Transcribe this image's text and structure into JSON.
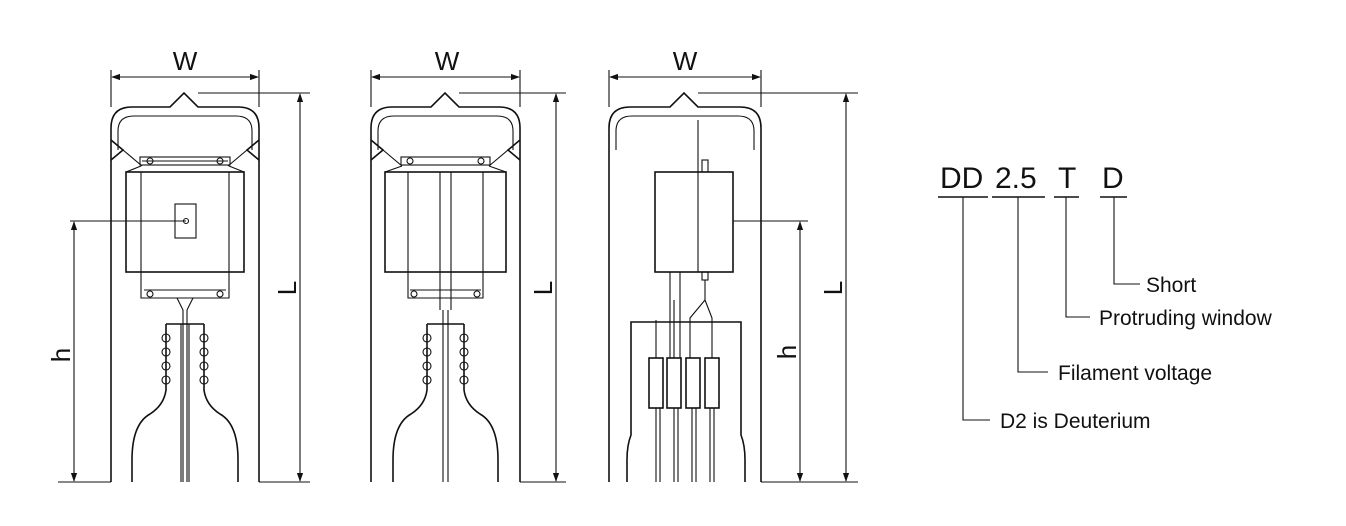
{
  "views": [
    {
      "name": "front-view",
      "width_label": "W",
      "length_label": "L",
      "height_label": "h"
    },
    {
      "name": "side-view",
      "width_label": "W",
      "length_label": "L"
    },
    {
      "name": "lead-view",
      "width_label": "W",
      "length_label": "L",
      "height_label": "h"
    }
  ],
  "model_code": {
    "parts": [
      "DD",
      "2.5",
      "T",
      "D"
    ],
    "meanings": [
      "D2 is Deuterium",
      "Filament voltage",
      "Protruding window",
      "Short"
    ]
  },
  "colors": {
    "line": "#111111",
    "background": "#ffffff"
  }
}
